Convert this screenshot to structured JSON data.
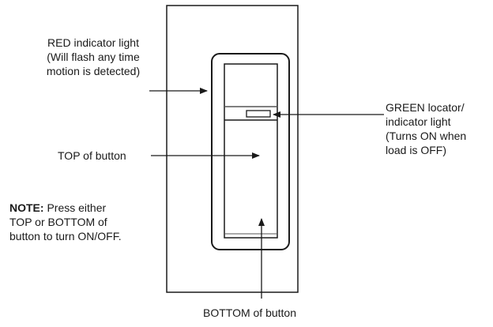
{
  "labels": {
    "red_line1": "RED indicator light",
    "red_line2": "(Will flash any time",
    "red_line3": "motion is detected)",
    "green_line1": "GREEN locator/",
    "green_line2": "indicator light",
    "green_line3": "(Turns ON when",
    "green_line4": "load is OFF)",
    "top_button": "TOP of button",
    "note_bold": "NOTE:",
    "note_line1_rest": " Press either",
    "note_line2": "TOP or BOTTOM of",
    "note_line3": "button to turn ON/OFF.",
    "bottom_button": "BOTTOM of button"
  },
  "colors": {
    "stroke": "#1a1a1a",
    "switch_fill": "#ffffff",
    "divider": "#555555"
  }
}
